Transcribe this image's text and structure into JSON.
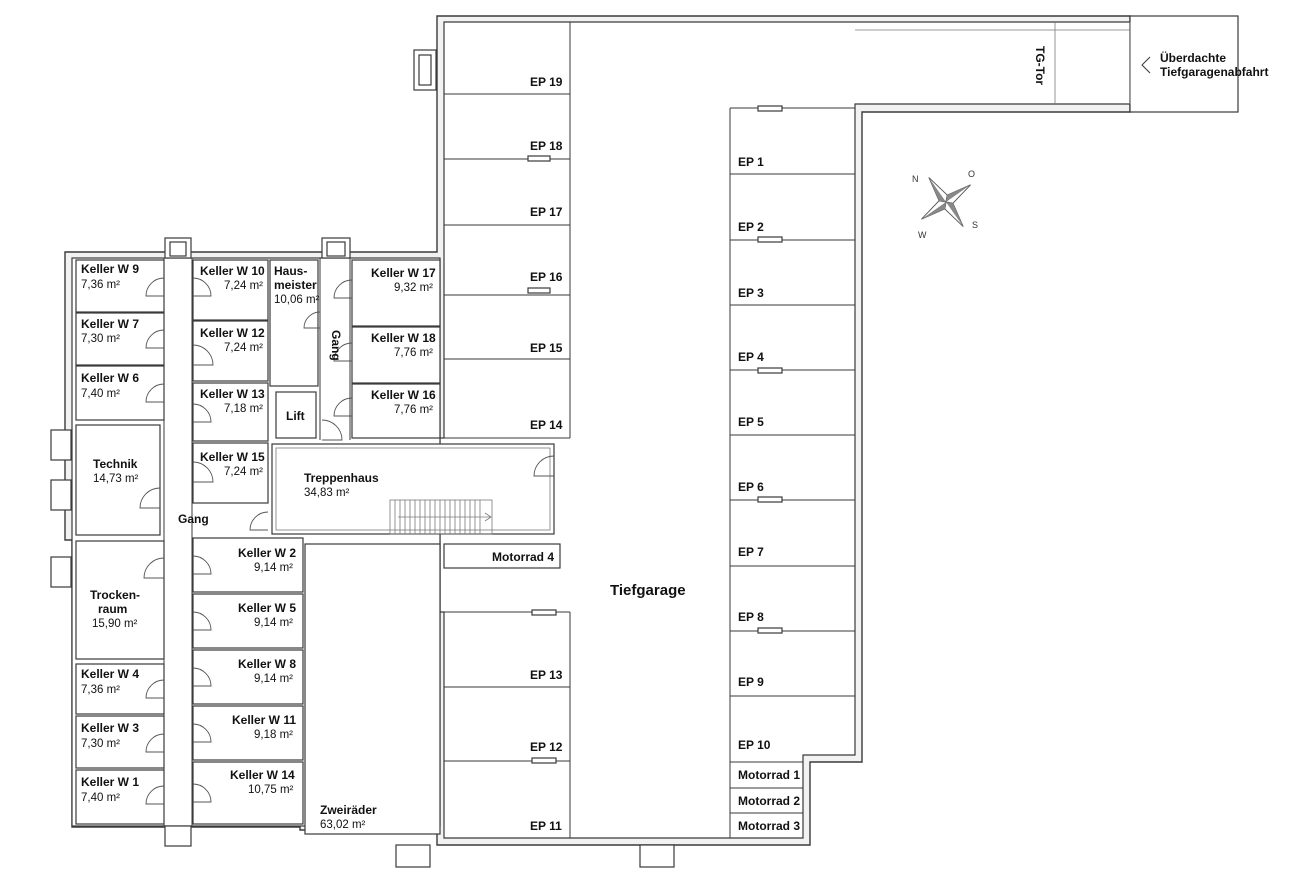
{
  "rooms": {
    "keller_w9": {
      "name": "Keller W 9",
      "area": "7,36 m²"
    },
    "keller_w7": {
      "name": "Keller W 7",
      "area": "7,30 m²"
    },
    "keller_w6": {
      "name": "Keller W 6",
      "area": "7,40 m²"
    },
    "technik": {
      "name": "Technik",
      "area": "14,73 m²"
    },
    "trocken1": {
      "name": "Trocken-"
    },
    "trocken2": {
      "name": "raum",
      "area": "15,90 m²"
    },
    "keller_w4": {
      "name": "Keller W 4",
      "area": "7,36 m²"
    },
    "keller_w3": {
      "name": "Keller W 3",
      "area": "7,30 m²"
    },
    "keller_w1": {
      "name": "Keller W 1",
      "area": "7,40 m²"
    },
    "keller_w10": {
      "name": "Keller W 10",
      "area": "7,24 m²"
    },
    "keller_w12": {
      "name": "Keller W 12",
      "area": "7,24 m²"
    },
    "keller_w13": {
      "name": "Keller W 13",
      "area": "7,18 m²"
    },
    "keller_w15": {
      "name": "Keller W 15",
      "area": "7,24 m²"
    },
    "hausmeister1": {
      "name": "Haus-"
    },
    "hausmeister2": {
      "name": "meister",
      "area": "10,06 m²"
    },
    "lift": {
      "name": "Lift"
    },
    "keller_w17": {
      "name": "Keller W 17",
      "area": "9,32 m²"
    },
    "keller_w18": {
      "name": "Keller W 18",
      "area": "7,76 m²"
    },
    "keller_w16": {
      "name": "Keller W 16",
      "area": "7,76 m²"
    },
    "treppenhaus": {
      "name": "Treppenhaus",
      "area": "34,83 m²"
    },
    "keller_w2": {
      "name": "Keller W 2",
      "area": "9,14 m²"
    },
    "keller_w5": {
      "name": "Keller W 5",
      "area": "9,14 m²"
    },
    "keller_w8": {
      "name": "Keller W 8",
      "area": "9,14 m²"
    },
    "keller_w11": {
      "name": "Keller W 11",
      "area": "9,18 m²"
    },
    "keller_w14": {
      "name": "Keller W 14",
      "area": "10,75 m²"
    },
    "zweiraeder": {
      "name": "Zweiräder",
      "area": "63,02  m²"
    },
    "gang_left": {
      "name": "Gang"
    },
    "gang_mid": {
      "name": "Gang"
    },
    "tiefgarage": {
      "name": "Tiefgarage"
    },
    "motorrad4": {
      "name": "Motorrad 4"
    },
    "motorrad1": {
      "name": "Motorrad 1"
    },
    "motorrad2": {
      "name": "Motorrad 2"
    },
    "motorrad3": {
      "name": "Motorrad 3"
    },
    "tg_tor": {
      "name": "TG-Tor"
    },
    "abfahrt1": {
      "name": "Überdachte"
    },
    "abfahrt2": {
      "name": "Tiefgaragenabfahrt"
    }
  },
  "parking_left": [
    "EP 19",
    "EP 18",
    "EP 17",
    "EP 16",
    "EP 15",
    "EP 14",
    "EP 13",
    "EP 12",
    "EP 11"
  ],
  "parking_right": [
    "EP 1",
    "EP 2",
    "EP 3",
    "EP 4",
    "EP 5",
    "EP 6",
    "EP 7",
    "EP 8",
    "EP 9",
    "EP 10"
  ],
  "compass": {
    "n": "N",
    "o": "O",
    "w": "W",
    "s": "S"
  }
}
